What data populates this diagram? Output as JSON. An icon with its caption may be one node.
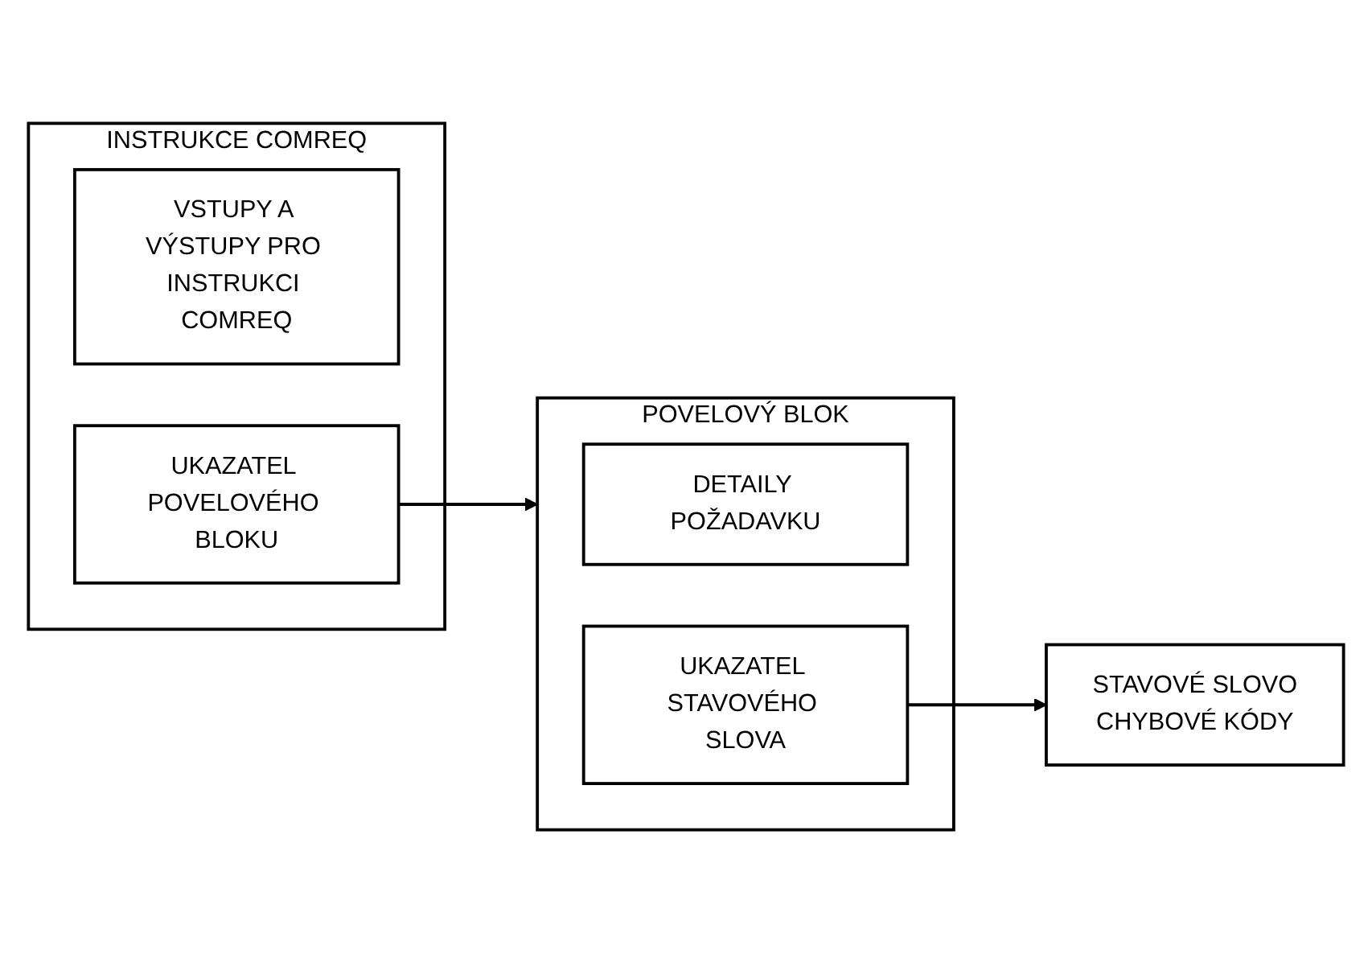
{
  "diagram": {
    "nodes": [
      {
        "text": [
          "INSTRUKCE COMREQ"
        ]
      },
      {
        "text": [
          "VSTUPY A VÝSTUPY PRO INSTRUKCI COMREQ"
        ],
        "in": 0
      },
      {
        "text": [
          "UKAZATEL POVELOVÉHO BLOKU"
        ],
        "in": 0
      },
      {
        "text": [
          "POVELOVÝ BLOK"
        ]
      },
      {
        "text": [
          "DETAILY POŽADAVKU"
        ],
        "in": 3
      },
      {
        "text": [
          "UKAZATEL STAVOVÉHO SLOVA"
        ],
        "in": 3
      },
      {
        "text": [
          "STAVOVÉ SLOVO",
          "CHYBOVÉ KÓDY"
        ]
      }
    ],
    "edges": [
      {
        "from": 2,
        "to": 3,
        "arrow": "to"
      },
      {
        "from": 5,
        "to": 6,
        "arrow": "to"
      }
    ]
  }
}
